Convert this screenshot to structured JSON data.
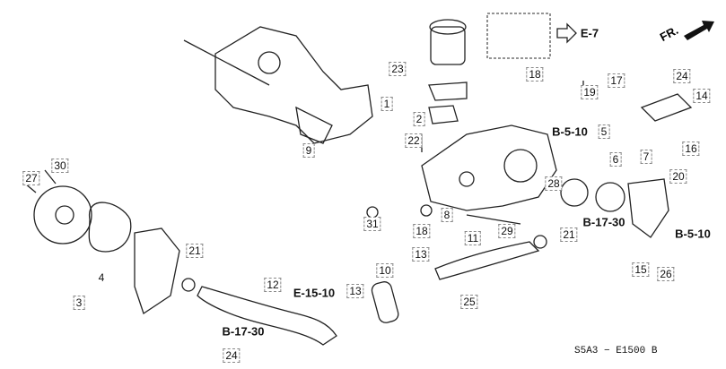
{
  "diagram_code": "S5A3 − E1500 B",
  "direction_label": "FR.",
  "part_numbers": {
    "p1": "1",
    "p2": "2",
    "p3": "3",
    "p4": "4",
    "p5": "5",
    "p6": "6",
    "p7": "7",
    "p8": "8",
    "p9": "9",
    "p10": "10",
    "p11": "11",
    "p12": "12",
    "p13a": "13",
    "p13b": "13",
    "p14": "14",
    "p15": "15",
    "p16": "16",
    "p17": "17",
    "p18a": "18",
    "p18b": "18",
    "p19": "19",
    "p20": "20",
    "p21a": "21",
    "p21b": "21",
    "p22": "22",
    "p23": "23",
    "p24a": "24",
    "p24b": "24",
    "p25": "25",
    "p26": "26",
    "p27": "27",
    "p28": "28",
    "p29": "29",
    "p30": "30",
    "p31": "31"
  },
  "references": {
    "e7": "E-7",
    "b510a": "B-5-10",
    "b510b": "B-5-10",
    "b1730a": "B-17-30",
    "b1730b": "B-17-30",
    "e1510": "E-15-10"
  }
}
